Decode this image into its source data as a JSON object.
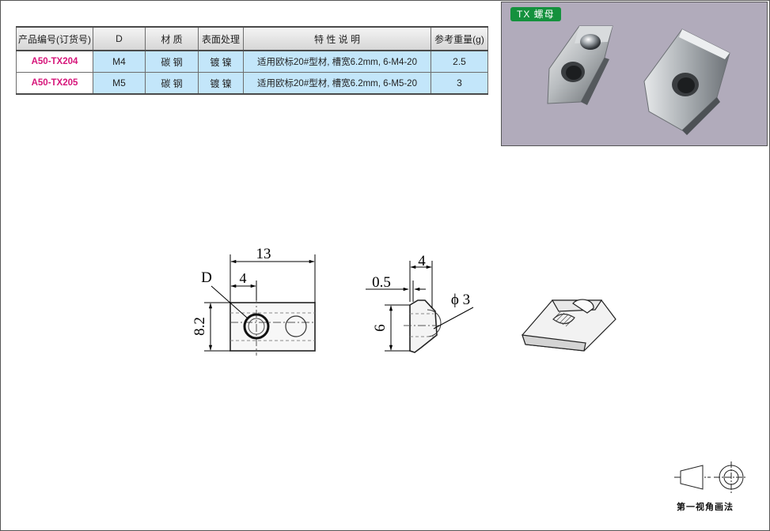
{
  "table": {
    "headers": [
      "产品编号(订货号)",
      "D",
      "材 质",
      "表面处理",
      "特 性 说 明",
      "参考重量(g)"
    ],
    "rows": [
      {
        "code": "A50-TX204",
        "d": "M4",
        "material": "碳 钢",
        "finish": "镀 镍",
        "desc": "适用欧标20#型材, 槽宽6.2mm, 6-M4-20",
        "weight": "2.5"
      },
      {
        "code": "A50-TX205",
        "d": "M5",
        "material": "碳 钢",
        "finish": "镀 镍",
        "desc": "适用欧标20#型材, 槽宽6.2mm, 6-M5-20",
        "weight": "3"
      }
    ]
  },
  "photo": {
    "tag": "TX 螺母"
  },
  "drawing": {
    "front": {
      "width": "13",
      "offset": "4",
      "height": "8.2",
      "diameter_label": "D"
    },
    "side": {
      "width": "4",
      "gap": "0.5",
      "height": "6",
      "ball": "ϕ 3"
    }
  },
  "projection": {
    "label": "第一视角画法"
  }
}
